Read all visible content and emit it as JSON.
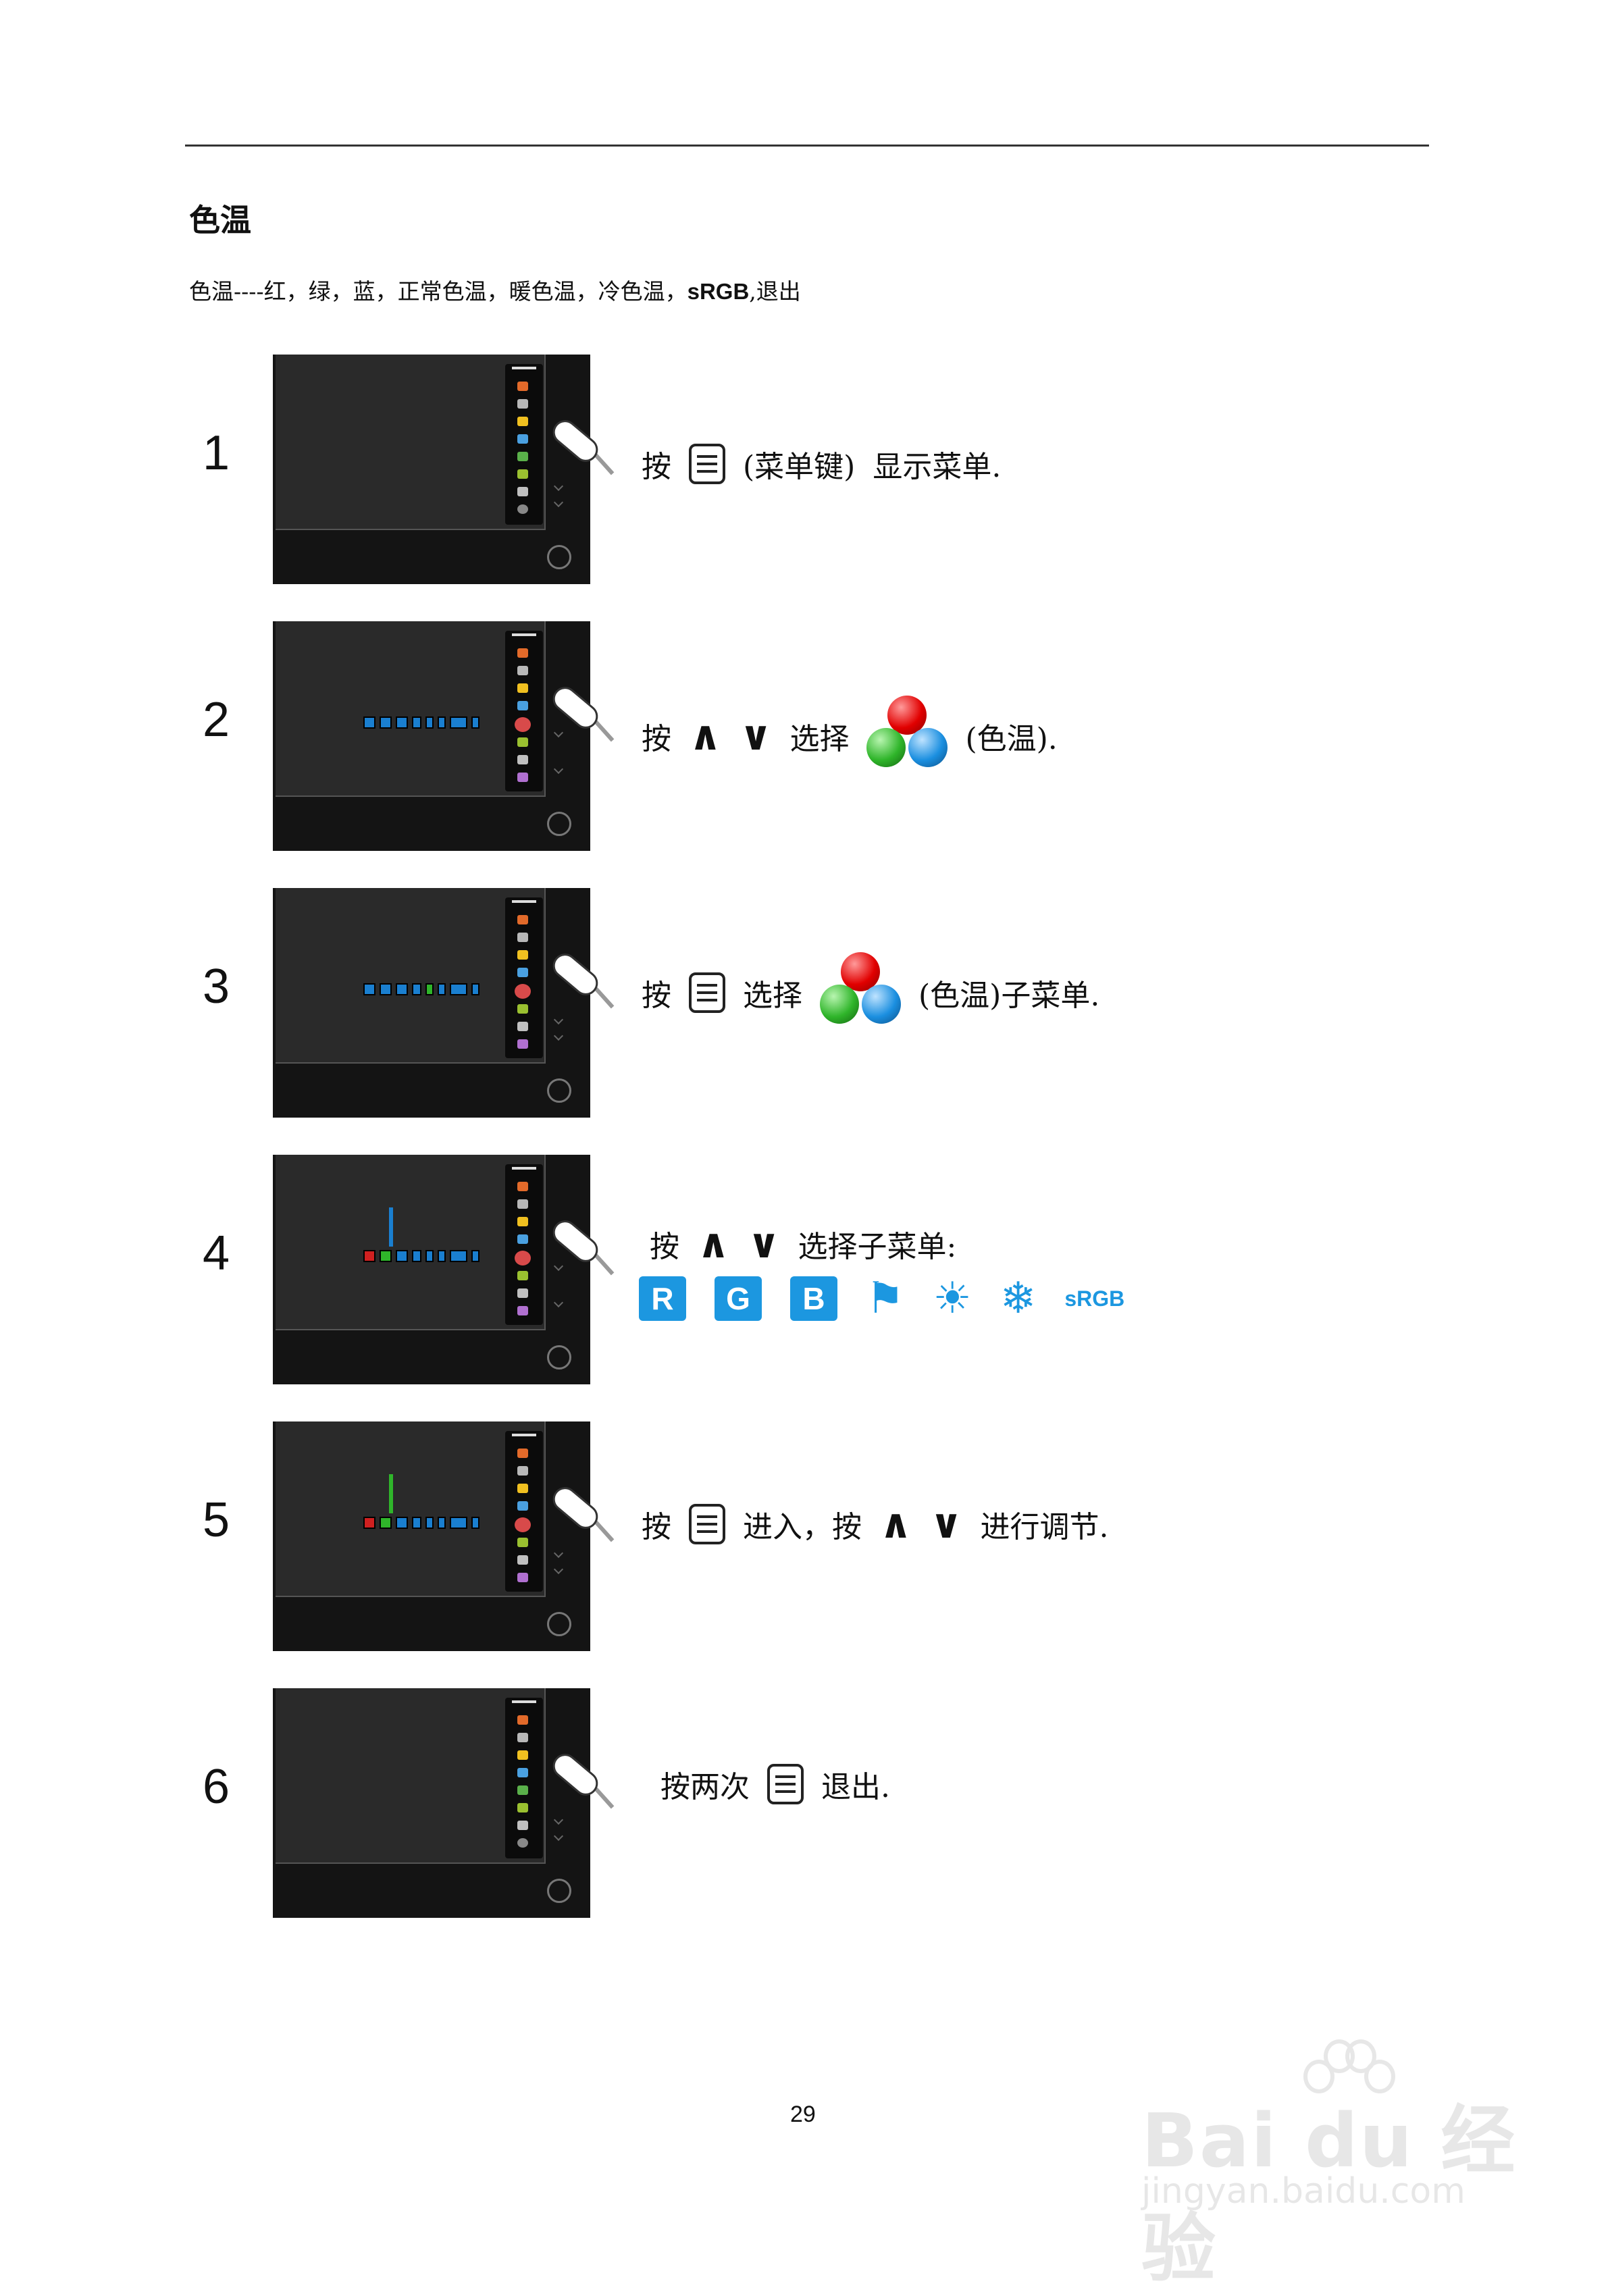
{
  "document": {
    "title": "色温",
    "subtitle_prefix": "色温----红，绿，蓝，正常色温，暖色温，冷色温，",
    "subtitle_srgb": "sRGB",
    "subtitle_suffix": ",退出",
    "page_number": "29"
  },
  "steps": [
    {
      "number": "1",
      "parts": [
        "按",
        "(菜单键)",
        "显示菜单."
      ]
    },
    {
      "number": "2",
      "parts": [
        "按",
        "选择",
        "(色温)."
      ]
    },
    {
      "number": "3",
      "parts": [
        "按",
        "选择",
        "(色温)子菜单."
      ]
    },
    {
      "number": "4",
      "parts": [
        "按",
        "选择子菜单:"
      ]
    },
    {
      "number": "5",
      "parts": [
        "按",
        "进入，按",
        "进行调节."
      ]
    },
    {
      "number": "6",
      "parts": [
        "按两次",
        "退出."
      ]
    }
  ],
  "submenu_icons": [
    "R",
    "G",
    "B",
    "flag-icon",
    "sun-icon",
    "snowflake-icon",
    "sRGB"
  ],
  "watermark": {
    "main": "Bai du 经验",
    "sub": "jingyan.baidu.com"
  },
  "colors": {
    "accent": "#1c97e0",
    "red": "#e10000",
    "green": "#2fb52a",
    "blue": "#1b8fe0"
  }
}
